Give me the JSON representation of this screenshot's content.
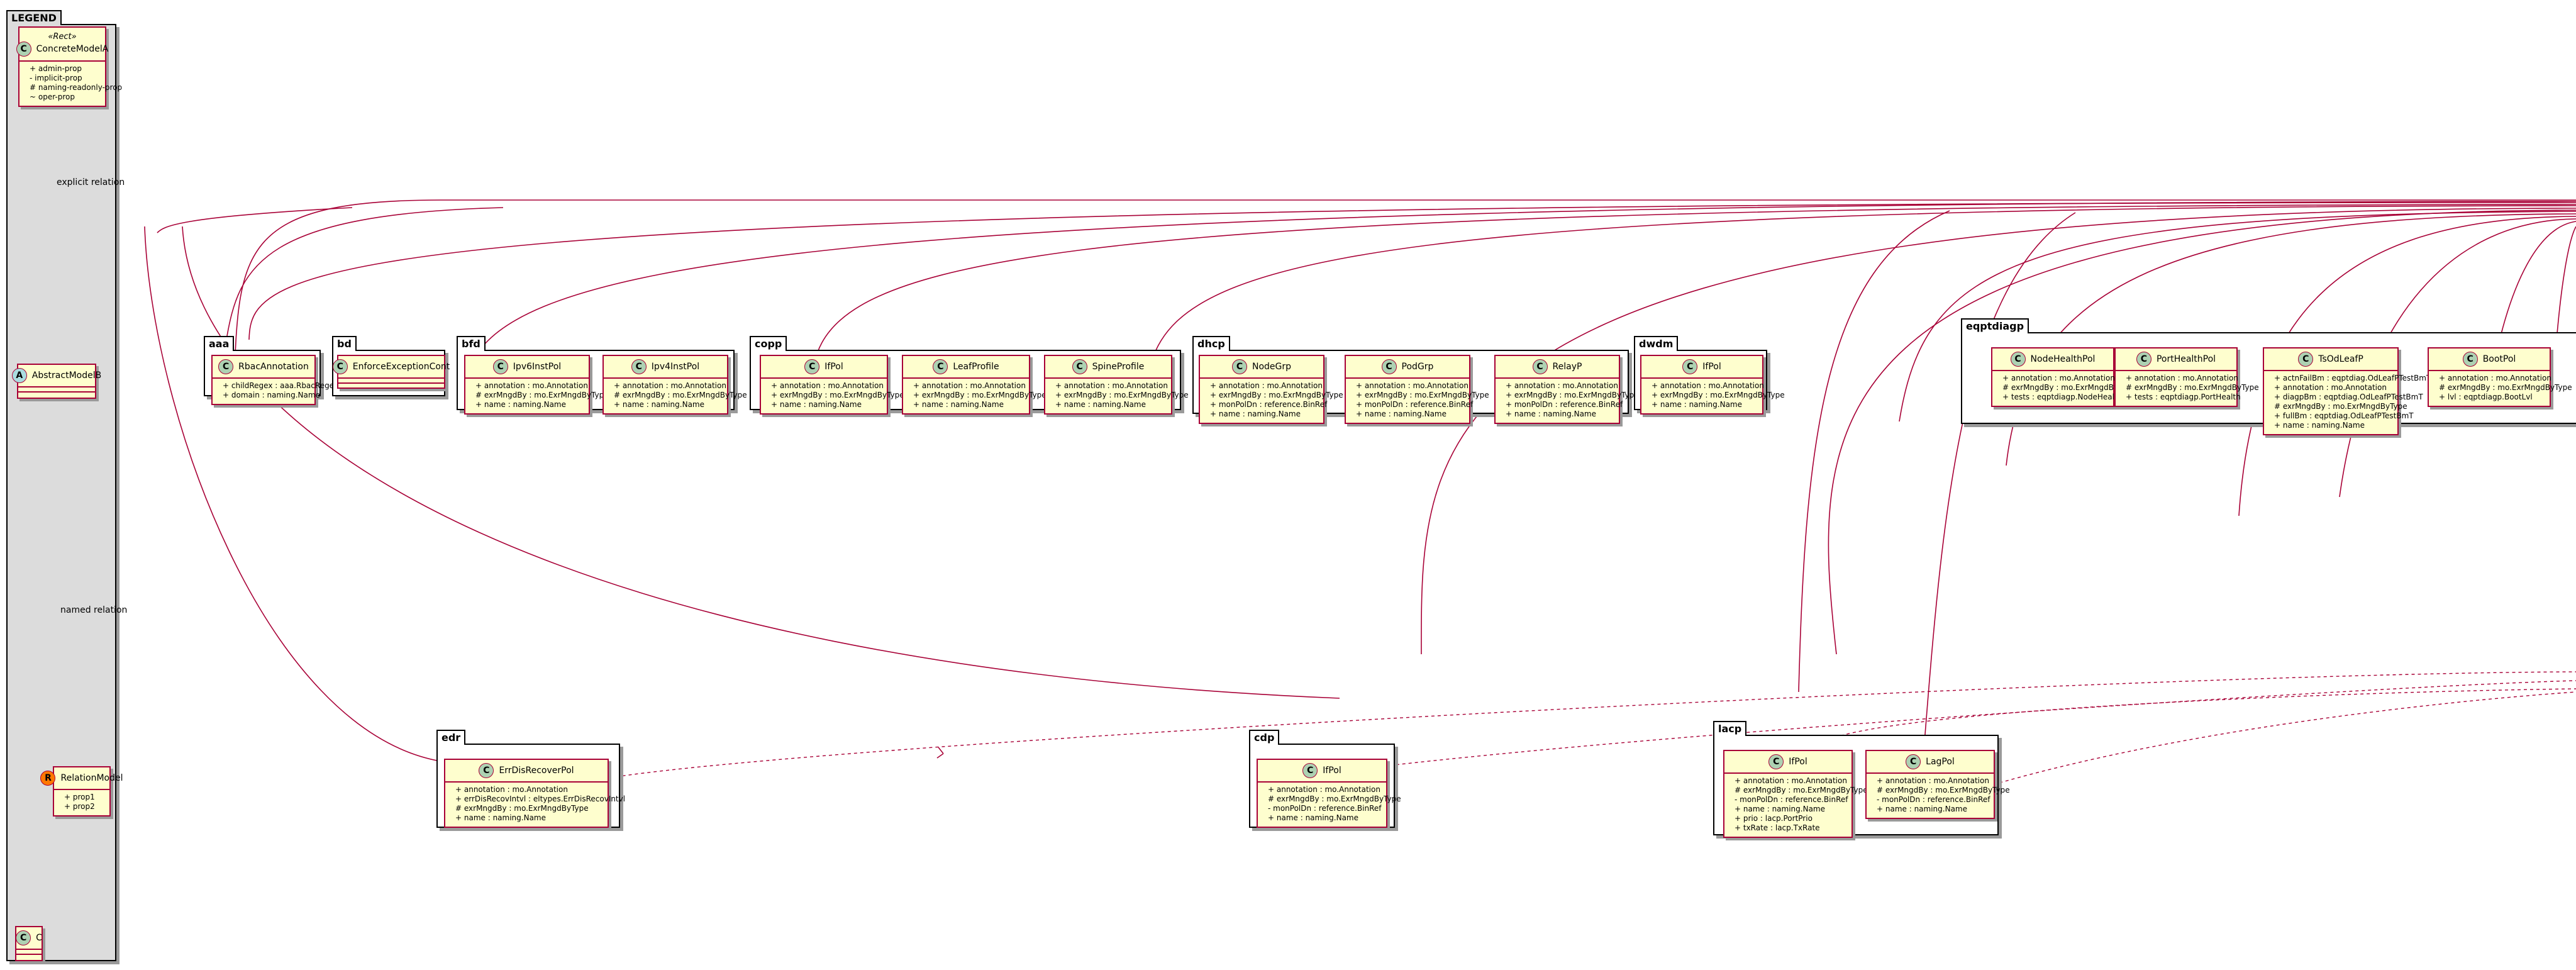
{
  "legend": {
    "title": "LEGEND",
    "concrete": {
      "stereotype": "«Rect»",
      "badge": "C",
      "name": "ConcreteModelA",
      "props": [
        "+ admin-prop",
        "- implicit-prop",
        "# naming-readonly-prop",
        "~ oper-prop"
      ]
    },
    "abstract": {
      "badge": "A",
      "name": "AbstractModelB"
    },
    "relation_model": {
      "badge": "R",
      "name": "RelationModel",
      "props": [
        "+ prop1",
        "+ prop2"
      ]
    },
    "c_class": {
      "badge": "C",
      "name": "C"
    },
    "explicit_label": "explicit relation",
    "named_label": "named relation"
  },
  "packages": [
    {
      "name": "aaa",
      "classes": [
        {
          "name": "RbacAnnotation",
          "attrs": [
            "+ childRegex : aaa.RbacRegex",
            "+ domain : naming.Name"
          ]
        }
      ]
    },
    {
      "name": "bd",
      "classes": [
        {
          "name": "EnforceExceptionCont",
          "attrs": []
        }
      ]
    },
    {
      "name": "bfd",
      "classes": [
        {
          "name": "Ipv6InstPol",
          "attrs": [
            "+ annotation : mo.Annotation",
            "# exrMngdBy : mo.ExrMngdByType",
            "+ name : naming.Name"
          ]
        },
        {
          "name": "Ipv4InstPol",
          "attrs": [
            "+ annotation : mo.Annotation",
            "# exrMngdBy : mo.ExrMngdByType",
            "+ name : naming.Name"
          ]
        }
      ]
    },
    {
      "name": "copp",
      "classes": [
        {
          "name": "IfPol",
          "attrs": [
            "+ annotation : mo.Annotation",
            "+ exrMngdBy : mo.ExrMngdByType",
            "+ name : naming.Name"
          ]
        },
        {
          "name": "LeafProfile",
          "attrs": [
            "+ annotation : mo.Annotation",
            "+ exrMngdBy : mo.ExrMngdByType",
            "+ name : naming.Name"
          ]
        },
        {
          "name": "SpineProfile",
          "attrs": [
            "+ annotation : mo.Annotation",
            "+ exrMngdBy : mo.ExrMngdByType",
            "+ name : naming.Name"
          ]
        }
      ]
    },
    {
      "name": "dhcp",
      "classes": [
        {
          "name": "NodeGrp",
          "attrs": [
            "+ annotation : mo.Annotation",
            "+ exrMngdBy : mo.ExrMngdByType",
            "+ monPolDn : reference.BinRef",
            "+ name : naming.Name"
          ]
        },
        {
          "name": "PodGrp",
          "attrs": [
            "+ annotation : mo.Annotation",
            "+ exrMngdBy : mo.ExrMngdByType",
            "+ monPolDn : reference.BinRef",
            "+ name : naming.Name"
          ]
        },
        {
          "name": "RelayP",
          "attrs": [
            "+ annotation : mo.Annotation",
            "+ exrMngdBy : mo.ExrMngdByType",
            "+ monPolDn : reference.BinRef",
            "+ name : naming.Name"
          ]
        }
      ]
    },
    {
      "name": "dwdm",
      "classes": [
        {
          "name": "IfPol",
          "attrs": [
            "+ annotation : mo.Annotation",
            "+ exrMngdBy : mo.ExrMngdByType",
            "+ name : naming.Name"
          ]
        }
      ]
    },
    {
      "name": "eqptdiagp",
      "classes": [
        {
          "name": "NodeHealthPol",
          "attrs": [
            "+ annotation : mo.Annotation",
            "# exrMngdBy : mo.ExrMngdByType",
            "+ tests : eqptdiagp.NodeHealth"
          ]
        },
        {
          "name": "PortHealthPol",
          "attrs": [
            "+ annotation : mo.Annotation",
            "# exrMngdBy : mo.ExrMngdByType",
            "+ tests : eqptdiagp.PortHealth"
          ]
        },
        {
          "name": "TsOdLeafP",
          "attrs": [
            "+ actnFailBm : eqptdiag.OdLeafPTestBmT",
            "+ annotation : mo.Annotation",
            "+ diagpBm : eqptdiag.OdLeafPTestBmT",
            "# exrMngdBy : mo.ExrMngdByType",
            "+ fullBm : eqptdiag.OdLeafPTestBmT",
            "+ name : naming.Name"
          ]
        },
        {
          "name": "BootPol",
          "attrs": [
            "+ annotation : mo.Annotation",
            "# exrMngdBy : mo.ExrMngdByType",
            "+ lvl : eqptdiagp.BootLvl"
          ]
        }
      ]
    },
    {
      "name": "edr",
      "classes": [
        {
          "name": "ErrDisRecoverPol",
          "attrs": [
            "+ annotation : mo.Annotation",
            "+ errDisRecovIntvl : eltypes.ErrDisRecovIntvl",
            "# exrMngdBy : mo.ExrMngdByType",
            "+ name : naming.Name"
          ]
        }
      ]
    },
    {
      "name": "cdp",
      "classes": [
        {
          "name": "IfPol",
          "attrs": [
            "+ annotation : mo.Annotation",
            "# exrMngdBy : mo.ExrMngdByType",
            "- monPolDn : reference.BinRef",
            "+ name : naming.Name"
          ]
        }
      ]
    },
    {
      "name": "lacp",
      "classes": [
        {
          "name": "IfPol",
          "attrs": [
            "+ annotation : mo.Annotation",
            "# exrMngdBy : mo.ExrMngdByType",
            "- monPolDn : reference.BinRef",
            "+ name : naming.Name",
            "+ prio : lacp.PortPrio",
            "+ txRate : lacp.TxRate"
          ]
        },
        {
          "name": "LagPol",
          "attrs": [
            "+ annotation : mo.Annotation",
            "# exrMngdBy : mo.ExrMngdByType",
            "- monPolDn : reference.BinRef",
            "+ name : naming.Name"
          ]
        }
      ]
    }
  ]
}
